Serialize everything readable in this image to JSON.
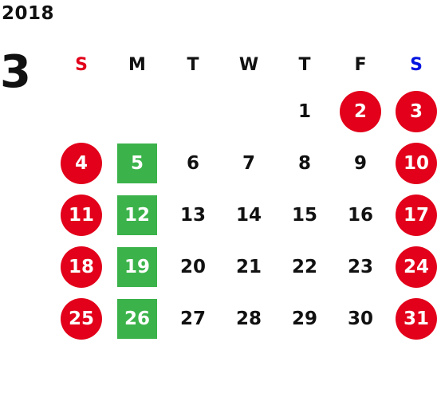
{
  "calendar": {
    "year": "2018",
    "month": "3",
    "weekdays": [
      {
        "label": "S",
        "color": "#e2001a"
      },
      {
        "label": "M",
        "color": "#111111"
      },
      {
        "label": "T",
        "color": "#111111"
      },
      {
        "label": "W",
        "color": "#111111"
      },
      {
        "label": "T",
        "color": "#111111"
      },
      {
        "label": "F",
        "color": "#111111"
      },
      {
        "label": "S",
        "color": "#0014e0"
      }
    ],
    "weeks": [
      [
        {
          "label": "",
          "style": "blank"
        },
        {
          "label": "",
          "style": "blank"
        },
        {
          "label": "",
          "style": "blank"
        },
        {
          "label": "",
          "style": "blank"
        },
        {
          "label": "1",
          "style": "plain"
        },
        {
          "label": "2",
          "style": "red"
        },
        {
          "label": "3",
          "style": "red"
        }
      ],
      [
        {
          "label": "4",
          "style": "red"
        },
        {
          "label": "5",
          "style": "green"
        },
        {
          "label": "6",
          "style": "plain"
        },
        {
          "label": "7",
          "style": "plain"
        },
        {
          "label": "8",
          "style": "plain"
        },
        {
          "label": "9",
          "style": "plain"
        },
        {
          "label": "10",
          "style": "red"
        }
      ],
      [
        {
          "label": "11",
          "style": "red"
        },
        {
          "label": "12",
          "style": "green"
        },
        {
          "label": "13",
          "style": "plain"
        },
        {
          "label": "14",
          "style": "plain"
        },
        {
          "label": "15",
          "style": "plain"
        },
        {
          "label": "16",
          "style": "plain"
        },
        {
          "label": "17",
          "style": "red"
        }
      ],
      [
        {
          "label": "18",
          "style": "red"
        },
        {
          "label": "19",
          "style": "green"
        },
        {
          "label": "20",
          "style": "plain"
        },
        {
          "label": "21",
          "style": "plain"
        },
        {
          "label": "22",
          "style": "plain"
        },
        {
          "label": "23",
          "style": "plain"
        },
        {
          "label": "24",
          "style": "red"
        }
      ],
      [
        {
          "label": "25",
          "style": "red"
        },
        {
          "label": "26",
          "style": "green"
        },
        {
          "label": "27",
          "style": "plain"
        },
        {
          "label": "28",
          "style": "plain"
        },
        {
          "label": "29",
          "style": "plain"
        },
        {
          "label": "30",
          "style": "plain"
        },
        {
          "label": "31",
          "style": "red"
        }
      ]
    ]
  },
  "colors": {
    "holiday": "#e2001a",
    "marked": "#3bb34a",
    "saturday": "#0014e0",
    "text": "#111111"
  }
}
